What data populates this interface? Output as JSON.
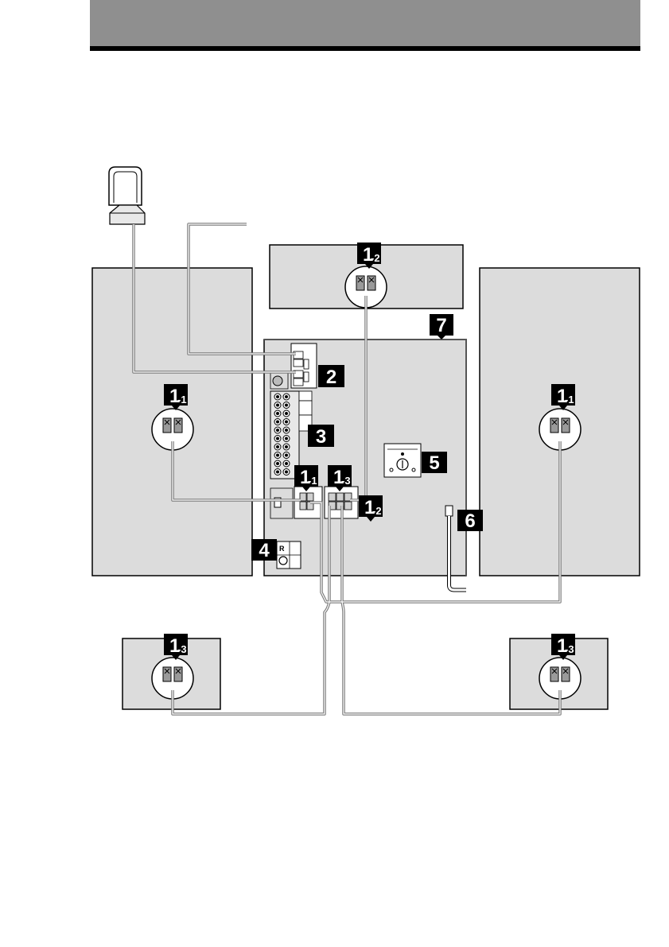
{
  "labels": {
    "front_left": {
      "main": "1",
      "sub": "-1"
    },
    "center": {
      "main": "1",
      "sub": "-2"
    },
    "front_right": {
      "main": "1",
      "sub": "-1"
    },
    "unit_front": {
      "main": "1",
      "sub": "-1"
    },
    "unit_surround": {
      "main": "1",
      "sub": "-3"
    },
    "unit_center": {
      "main": "1",
      "sub": "-2"
    },
    "surround_left": {
      "main": "1",
      "sub": "-3"
    },
    "surround_right": {
      "main": "1",
      "sub": "-3"
    },
    "antenna": "2",
    "av_jacks": "3",
    "optical": "4",
    "voltage": "5",
    "power": "6",
    "unit": "7"
  },
  "colors": {
    "panel": "#dcdcdc",
    "header": "#8f8f8f",
    "cable": "#808080",
    "label_bg": "#000000"
  },
  "icons": [
    "am-loop-antenna-icon",
    "fm-wire-antenna-icon",
    "speaker-terminal-icon",
    "voltage-selector-icon",
    "power-plug-icon"
  ]
}
